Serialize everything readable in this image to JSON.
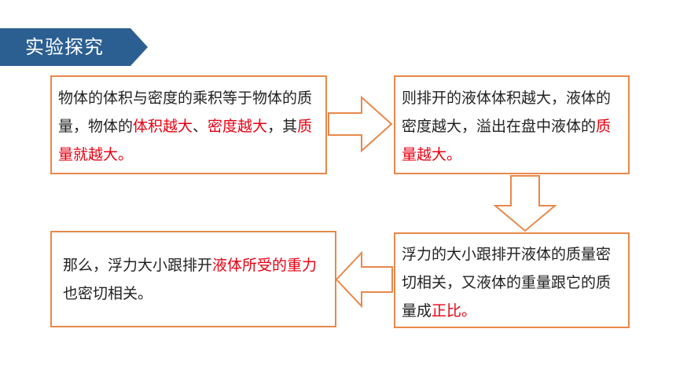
{
  "title": "实验探究",
  "boxes": {
    "box1": {
      "t1": "物体的体积与密度的乘积等于物体的质量，物体的",
      "r1": "体积越大",
      "t2": "、",
      "r2": "密度越大",
      "t3": "，其",
      "r3": "质量就越大。"
    },
    "box2": {
      "t1": "则排开的液体体积越大，液体的密度越大，溢出在盘中液体的",
      "r1": "质量越大。"
    },
    "box3": {
      "t1": "浮力的大小跟排开液体的质量密切相关，又液体的重量跟它的质量成",
      "r1": "正比。"
    },
    "box4": {
      "t1": "那么，浮力大小跟排开",
      "r1": "液体所受的重力",
      "t2": "也密切相关。"
    }
  },
  "colors": {
    "banner": "#2b5f92",
    "border": "#e8884a",
    "highlight": "#e60012"
  }
}
